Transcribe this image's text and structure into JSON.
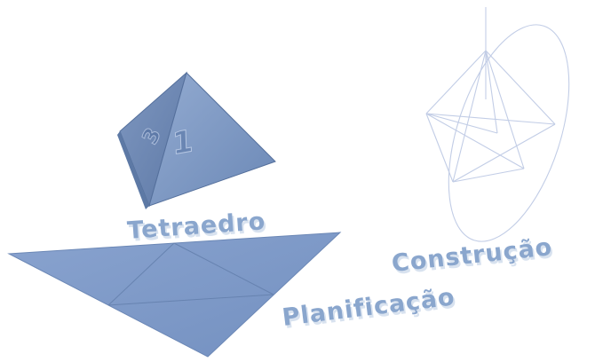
{
  "labels": {
    "tetrahedron": "Tetraedro",
    "construction": "Construção",
    "net": "Planificação"
  },
  "faces": {
    "front_number": "1",
    "left_number": "3"
  },
  "colors": {
    "solid_face_light": "#88a1c8",
    "solid_face_mid": "#6f8bb8",
    "solid_face_dark": "#5a76a3",
    "net_fill": "#7f9aca",
    "label_text": "#8aa6cd",
    "construction_lines": "#c2cde6"
  }
}
